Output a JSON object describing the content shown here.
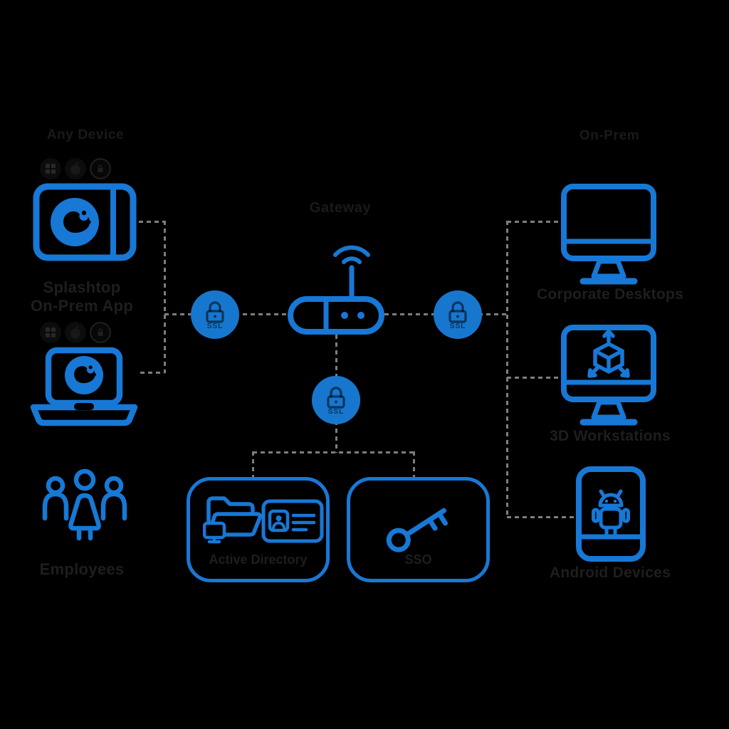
{
  "colors": {
    "background": "#000000",
    "accent": "#1778D6",
    "badge_fill": "#1777CE",
    "connector": "#7D7D7D",
    "label_text": "#1E1E1E",
    "heading_text": "#1A1A1A",
    "platform_icon_bg": "#0C0C0C",
    "platform_icon_glyph": "#282828"
  },
  "left_column": {
    "heading": "Any Device",
    "platform_icons": [
      "windows",
      "apple",
      "mobile-os"
    ],
    "app_label": {
      "line1": "Splashtop",
      "line2": "On-Prem App"
    },
    "devices": [
      "tablet",
      "laptop"
    ],
    "employees_label": "Employees"
  },
  "center": {
    "gateway_label": "Gateway",
    "gateway_icon": "wifi-router",
    "ssl_badge_label": "SSL",
    "ssl_badge_count": 3
  },
  "right_column": {
    "heading": "On-Prem",
    "items": [
      {
        "label": "Corporate Desktops",
        "icon": "desktop-monitor"
      },
      {
        "label": "3D Workstations",
        "icon": "3d-workstation-monitor"
      },
      {
        "label": "Android Devices",
        "icon": "android-phone"
      }
    ]
  },
  "bottom": {
    "active_directory": {
      "label": "Active Directory",
      "icons": [
        "open-folder",
        "id-card"
      ]
    },
    "sso": {
      "label": "SSO",
      "icon": "key"
    }
  }
}
